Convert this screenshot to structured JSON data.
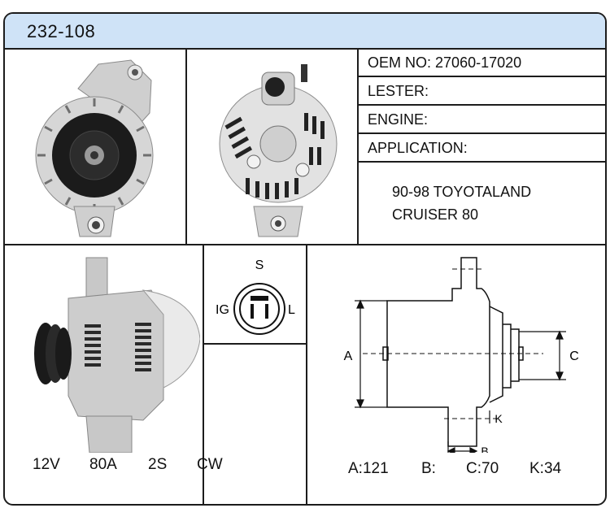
{
  "header": {
    "part_number": "232-108"
  },
  "specs": {
    "oem_label": "OEM NO:",
    "oem_value": "27060-17020",
    "lester_label": "LESTER:",
    "engine_label": "ENGINE:",
    "application_label": "APPLICATION:",
    "application_line1": "90-98 TOYOTALAND",
    "application_line2": "CRUISER 80"
  },
  "connector": {
    "top": "S",
    "left": "IG",
    "right": "L"
  },
  "electrical": {
    "voltage": "12V",
    "amperage": "80A",
    "pulley": "2S",
    "rotation": "CW"
  },
  "dimensions": {
    "label_a": "A",
    "label_b": "B",
    "label_c": "C",
    "label_k": "K",
    "a": "A:121",
    "b": "B:",
    "c": "C:70",
    "k": "K:34"
  }
}
